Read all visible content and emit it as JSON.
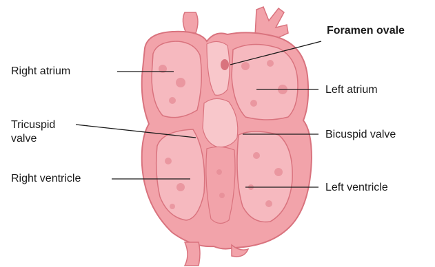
{
  "labels": {
    "foramen_ovale": "Foramen ovale",
    "right_atrium": "Right atrium",
    "left_atrium": "Left atrium",
    "tricuspid_valve_line1": "Tricuspid",
    "tricuspid_valve_line2": "valve",
    "bicuspid_valve": "Bicuspid valve",
    "right_ventricle": "Right ventricle",
    "left_ventricle": "Left ventricle"
  },
  "colors": {
    "tissue": "#f2a3aa",
    "tissue_light": "#f8c7cb",
    "tissue_dark": "#d9737e",
    "chamber": "#f6b9bf",
    "leader_line": "#1a1a1a"
  }
}
